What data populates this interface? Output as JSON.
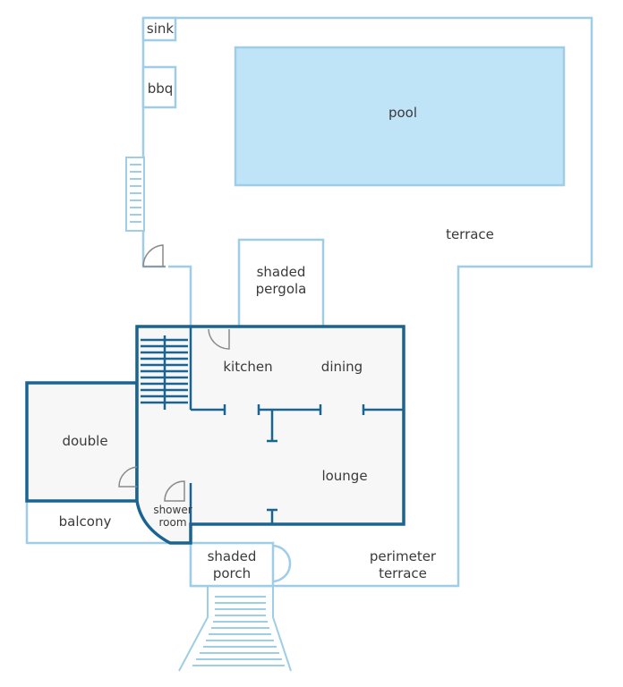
{
  "colors": {
    "light_wall": "#9fcde6",
    "dark_wall": "#1a6491",
    "pool_fill": "#bfe3f7",
    "floor_fill": "#f7f7f7",
    "door": "#8a8a8a",
    "text": "#3a3a3a"
  },
  "labels": {
    "sink": "sink",
    "bbq": "bbq",
    "pool": "pool",
    "terrace": "terrace",
    "shaded_pergola": [
      "shaded",
      "pergola"
    ],
    "kitchen": "kitchen",
    "dining": "dining",
    "double": "double",
    "lounge": "lounge",
    "balcony": "balcony",
    "shower_room": [
      "shower",
      "room"
    ],
    "shaded_porch": [
      "shaded",
      "porch"
    ],
    "perimeter_terrace": [
      "perimeter",
      "terrace"
    ]
  }
}
